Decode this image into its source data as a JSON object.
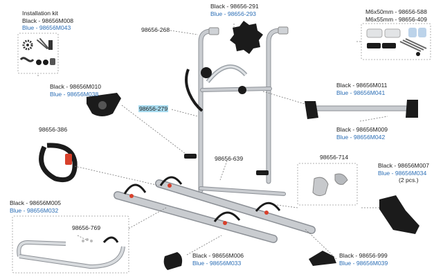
{
  "labels": {
    "install_kit": {
      "title": "Installation kit",
      "black": "Black - 98656M008",
      "blue": "Blue - 98656M043"
    },
    "p291": {
      "black": "Black - 98656-291",
      "blue": "Blue - 98656-293"
    },
    "p268": "98656-268",
    "screws": {
      "a": "M6x50mm - 98656-588",
      "b": "M6x55mm - 98656-409"
    },
    "m010": {
      "black": "Black - 98656M010",
      "blue": "Blue - 98656M038"
    },
    "p279": "98656-279",
    "m011": {
      "black": "Black - 98656M011",
      "blue": "Blue - 98656M041"
    },
    "m009": {
      "black": "Black - 98656M009",
      "blue": "Blue - 98656M042"
    },
    "p386": "98656-386",
    "p639": "98656-639",
    "p714": "98656-714",
    "m007": {
      "black": "Black - 98656M007",
      "blue": "Blue - 98656M034",
      "qty": "(2 pcs.)"
    },
    "m005": {
      "black": "Black - 98656M005",
      "blue": "Blue - 98656M032"
    },
    "p769": "98656-769",
    "m006": {
      "black": "Black - 98656M006",
      "blue": "Blue - 98656M033"
    },
    "p999": {
      "black": "Black - 98656-999",
      "blue": "Blue - 98656M039"
    }
  },
  "colors": {
    "black_label": "#222222",
    "blue_label": "#2a6db5",
    "highlight": "#a9dcf0"
  }
}
